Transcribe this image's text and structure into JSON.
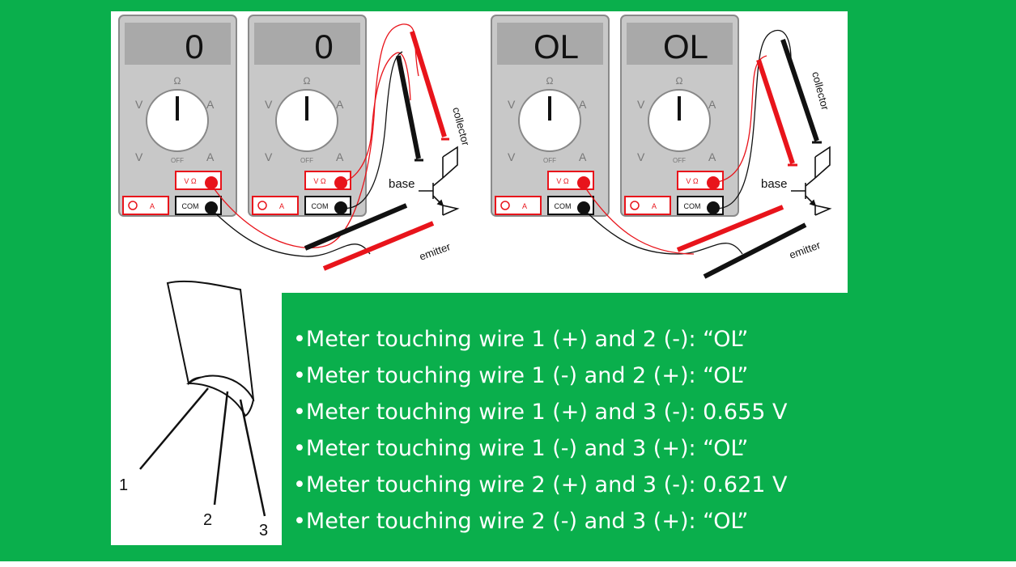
{
  "meters": [
    {
      "display": "0",
      "label_volt_ohm": "V Ω",
      "label_amp": "A",
      "label_com": "COM"
    },
    {
      "display": "0",
      "label_volt_ohm": "V Ω",
      "label_amp": "A",
      "label_com": "COM"
    },
    {
      "display": "OL",
      "label_volt_ohm": "V Ω",
      "label_amp": "A",
      "label_com": "COM"
    },
    {
      "display": "OL",
      "label_volt_ohm": "V Ω",
      "label_amp": "A",
      "label_com": "COM"
    }
  ],
  "dial_labels": {
    "ohm": "Ω",
    "ac_volt": "V",
    "ac_amp": "A",
    "dc_volt": "V",
    "dc_amp": "A",
    "off": "OFF"
  },
  "transistor_labels": {
    "base": "base",
    "collector": "collector",
    "emitter": "emitter"
  },
  "wire_numbers": [
    "1",
    "2",
    "3"
  ],
  "results": [
    "•Meter touching wire 1 (+) and 2 (-): “OL”",
    "•Meter touching wire 1 (-) and 2 (+): “OL”",
    "•Meter touching wire 1 (+) and 3 (-): 0.655 V",
    "•Meter touching wire 1 (-) and 3 (+): “OL”",
    "•Meter touching wire 2 (+) and 3 (-): 0.621 V",
    "•Meter touching wire 2 (-) and 3 (+): “OL”"
  ],
  "colors": {
    "background": "#0aaf4c",
    "probe_red": "#e8141b",
    "probe_black": "#111111",
    "meter_body": "#c8c8c8",
    "display": "#a9a9a9"
  }
}
